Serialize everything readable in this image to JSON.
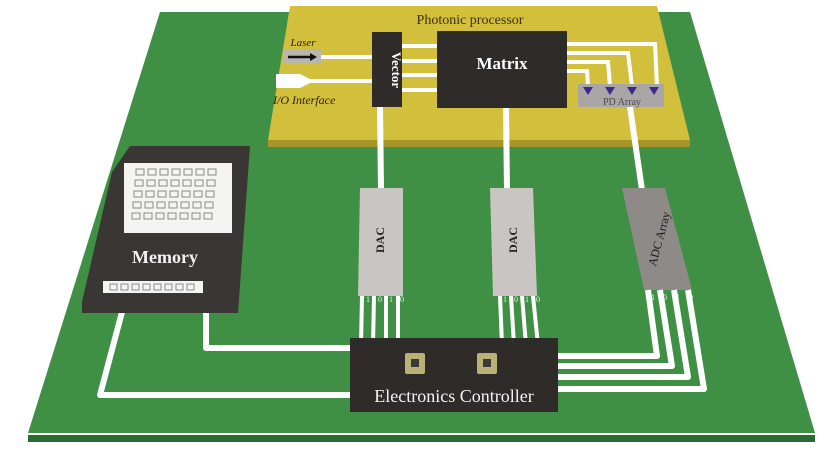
{
  "diagram": {
    "title": "Photonic computing system architecture",
    "photonic_processor": {
      "label": "Photonic processor",
      "laser_label": "Laser",
      "io_label": "I/O Interface",
      "vector_label": "Vector",
      "matrix_label": "Matrix",
      "pd_array_label": "PD Array",
      "pd_count": 4
    },
    "dac_1": {
      "label": "DAC",
      "bits": [
        "1",
        "0",
        "1",
        "0"
      ]
    },
    "dac_2": {
      "label": "DAC",
      "bits": [
        "1",
        "0",
        "1",
        "0"
      ]
    },
    "adc": {
      "label": "ADC Array",
      "bits": [
        "1",
        "0",
        "1",
        "0"
      ]
    },
    "memory": {
      "label": "Memory"
    },
    "controller": {
      "label": "Electronics Controller"
    },
    "colors": {
      "board": "#3f8f45",
      "board_edge": "#2c6a33",
      "processor": "#d2bf3b",
      "processor_edge": "#a8952a",
      "chip_dark": "#2e2b29",
      "dac": "#c9c5c2",
      "adc": "#8e8a88",
      "pd_array": "#aaa6a6",
      "pd_marker": "#3a2a8c",
      "trace": "#ffffff"
    }
  }
}
